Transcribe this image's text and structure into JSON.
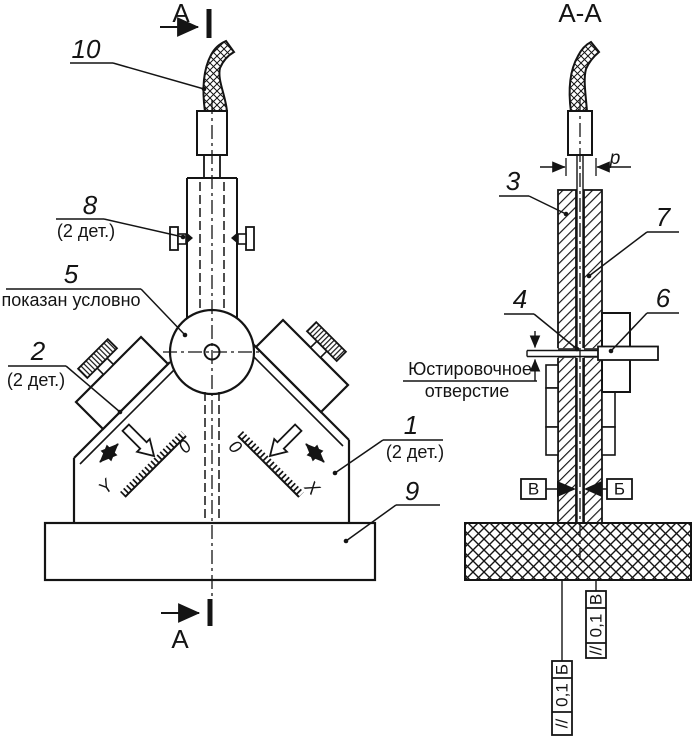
{
  "labels": {
    "section_arrow": "А",
    "section_title": "А-А",
    "p10": "10",
    "p8": "8",
    "p8_note": "(2 дет.)",
    "p5": "5",
    "p5_note": "показан условно",
    "p2": "2",
    "p2_note": "(2 дет.)",
    "p1": "1",
    "p1_note": "(2 дет.)",
    "p9": "9",
    "p3": "3",
    "p7": "7",
    "p4": "4",
    "p6": "6",
    "dim_p": "p",
    "scale_zero_left": "0",
    "scale_zero_right": "0",
    "axis_y": "Y",
    "axis_x": "X",
    "adjust_line1": "Юстировочное",
    "adjust_line2": "отверстие",
    "datum_left": "В",
    "datum_right": "Б",
    "frame_left_sym": "//",
    "frame_left_val": "0,1",
    "frame_left_datum": "Б",
    "frame_right_sym": "//",
    "frame_right_val": "0,1",
    "frame_right_datum": "В"
  },
  "colors": {
    "ink": "#141414",
    "paper": "#ffffff"
  }
}
